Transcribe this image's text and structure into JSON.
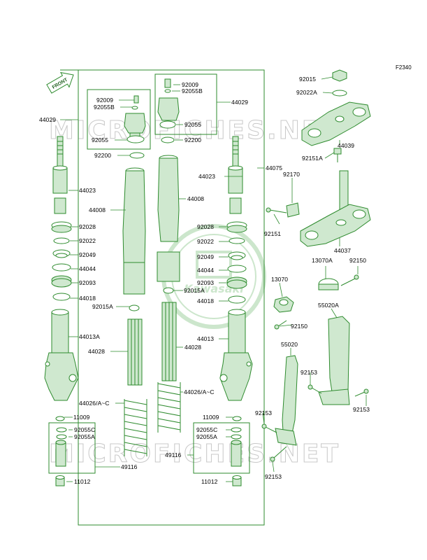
{
  "figure_code": "F2340",
  "front_arrow_label": "FRONT",
  "watermark_text": "MICROFICHES.NET",
  "logo_text": "Kawasaki",
  "colors": {
    "line": "#2e8b2e",
    "fill": "#cfe8cf",
    "dark": "#1f5f1f",
    "text": "#000000"
  },
  "labels": {
    "l_44029_left": "44029",
    "l_92009_left": "92009",
    "l_92055B_left": "92055B",
    "l_92055_left": "92055",
    "l_92200_left": "92200",
    "l_44023_left": "44023",
    "l_44008_left": "44008",
    "l_92028_left": "92028",
    "l_92022_left": "92022",
    "l_92049_left": "92049",
    "l_44044_left": "44044",
    "l_92093_left": "92093",
    "l_44018_left": "44018",
    "l_92015A_left": "92015A",
    "l_44013A": "44013A",
    "l_44028_left": "44028",
    "l_44026_left": "44026/A~C",
    "l_11009_left": "11009",
    "l_92055C_left": "92055C",
    "l_92055A_left": "92055A",
    "l_49116_left": "49116",
    "l_11012_left": "11012",
    "l_92009_right": "92009",
    "l_92055B_right": "92055B",
    "l_44029_right": "44029",
    "l_92055_right": "92055",
    "l_92200_right": "92200",
    "l_44075": "44075",
    "l_44023_right": "44023",
    "l_44008_right": "44008",
    "l_92028_right": "92028",
    "l_92022_right": "92022",
    "l_92049_right": "92049",
    "l_44044_right": "44044",
    "l_92093_right": "92093",
    "l_92015A_right": "92015A",
    "l_44018_right": "44018",
    "l_44013": "44013",
    "l_44028_right": "44028",
    "l_44026_right": "44026/A~C",
    "l_11009_right": "11009",
    "l_92055C_right": "92055C",
    "l_92055A_right": "92055A",
    "l_49116_right": "49116",
    "l_11012_right": "11012",
    "l_92015": "92015",
    "l_92022A": "92022A",
    "l_44039": "44039",
    "l_92151A": "92151A",
    "l_92170": "92170",
    "l_92151": "92151",
    "l_44037": "44037",
    "l_13070A": "13070A",
    "l_92150_top": "92150",
    "l_13070": "13070",
    "l_92150_mid": "92150",
    "l_55020A": "55020A",
    "l_55020": "55020",
    "l_92153_a": "92153",
    "l_92153_b": "92153",
    "l_92153_c": "92153",
    "l_92153_d": "92153"
  }
}
